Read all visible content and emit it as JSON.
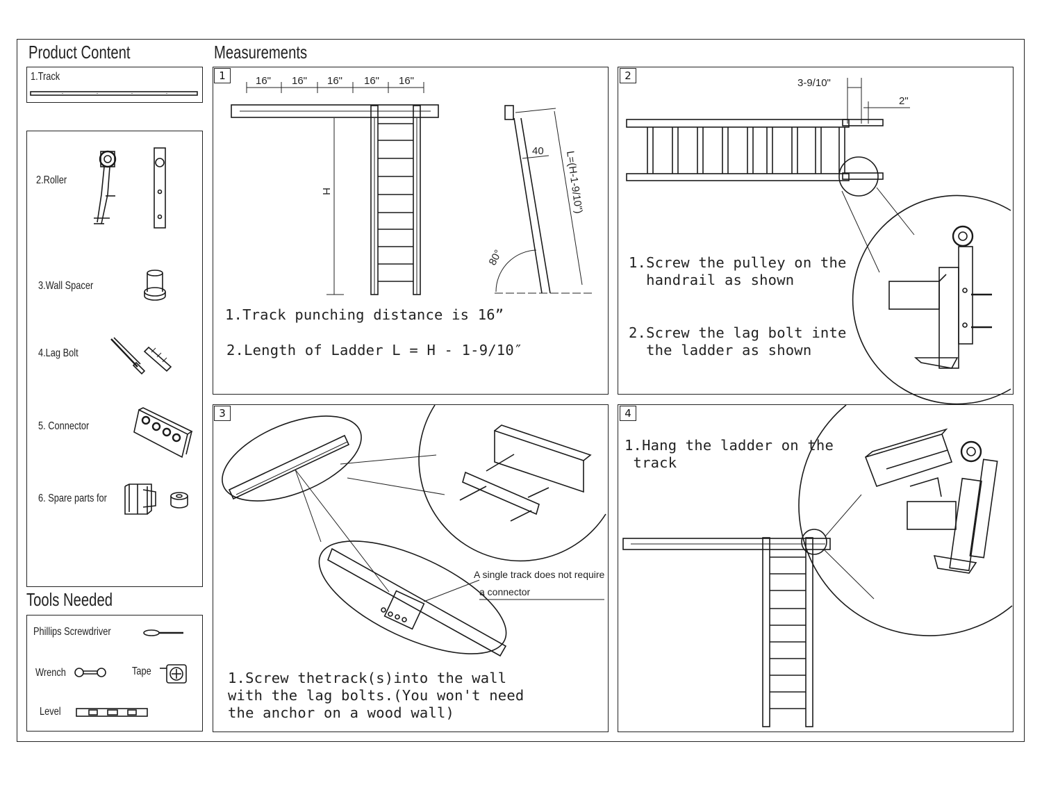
{
  "product_content": {
    "title": "Product Content",
    "items": [
      {
        "label": "1.Track"
      },
      {
        "label": "2.Roller"
      },
      {
        "label": "3.Wall Spacer"
      },
      {
        "label": "4.Lag Bolt"
      },
      {
        "label": "5. Connector"
      },
      {
        "label": "6. Spare parts for"
      }
    ]
  },
  "tools": {
    "title": "Tools Needed",
    "items": [
      {
        "label": "Phillips Screwdriver"
      },
      {
        "label": "Wrench"
      },
      {
        "label": "Tape"
      },
      {
        "label": "Level"
      }
    ]
  },
  "measurements": {
    "title": "Measurements"
  },
  "steps": [
    {
      "number": "1",
      "dims": [
        "16\"",
        "16\"",
        "16\"",
        "16\"",
        "16\""
      ],
      "labels": {
        "height": "H",
        "offset": "40",
        "length_formula": "L=(H-1-9/10\")",
        "angle": "80°"
      },
      "text": [
        "1.Track punching distance is 16”",
        "2.Length of Ladder L = H - 1-9/10″"
      ]
    },
    {
      "number": "2",
      "dims": [
        "3-9/10\"",
        "2\""
      ],
      "text": [
        "1.Screw the pulley on the",
        "  handrail as shown",
        "2.Screw the lag bolt inte",
        "  the ladder as shown"
      ]
    },
    {
      "number": "3",
      "callout": [
        "A single track does not require",
        "a connector"
      ],
      "text": [
        "1.Screw thetrack(s)into the wall",
        "with the lag bolts.(You won't need",
        "the anchor on a wood wall)"
      ]
    },
    {
      "number": "4",
      "text": [
        "1.Hang the ladder on the",
        " track"
      ]
    }
  ]
}
